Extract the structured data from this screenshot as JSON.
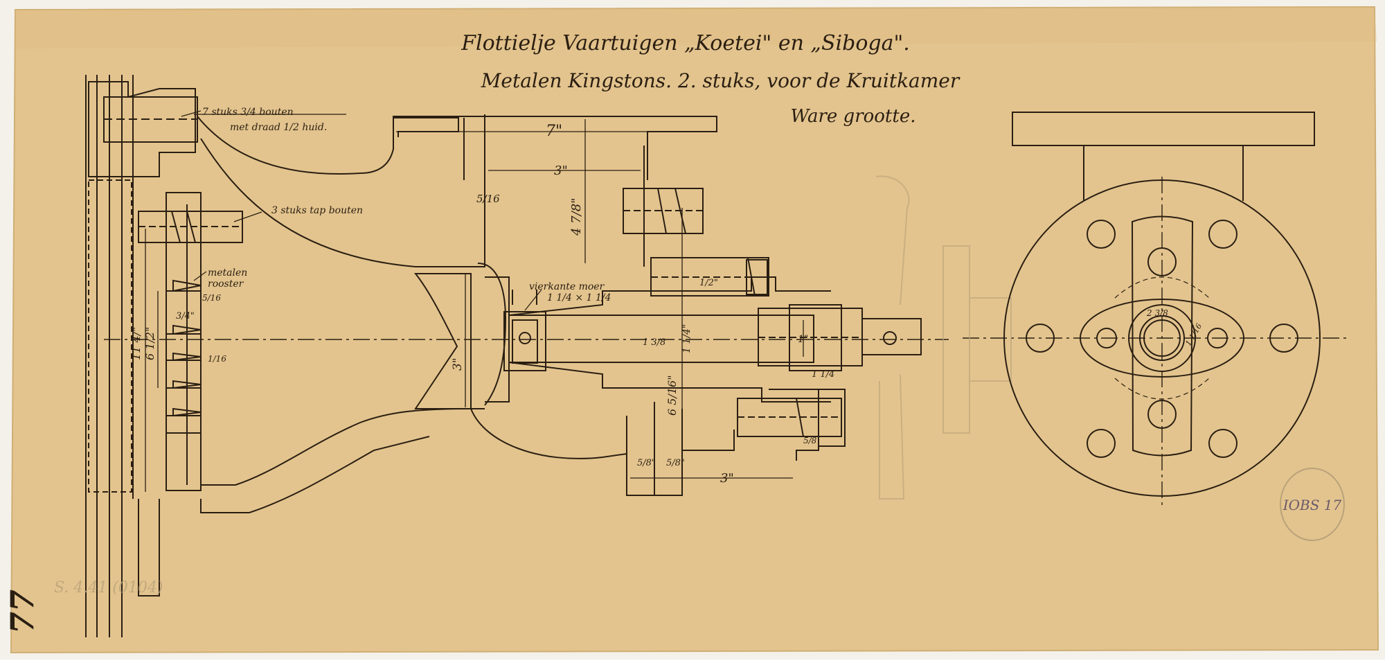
{
  "title": {
    "line1": "Flottielje Vaartuigen „Koetei\" en „Siboga\".",
    "line2": "Metalen Kingstons. 2. stuks, voor de Kruitkamer",
    "line3": "Ware grootte."
  },
  "annotations": {
    "bolts_top_a": "7 stuks 3/4 bouten",
    "bolts_top_b": "met draad 1/2 huid.",
    "tap_bolts": "3 stuks tap bouten",
    "grate_a": "metalen",
    "grate_b": "rooster",
    "square_nut_a": "vierkante moer",
    "square_nut_b": "1 1/4 × 1 1/4"
  },
  "dimensions": {
    "d_7": "7\"",
    "d_3_top": "3\"",
    "d_5_16_left": "5/16",
    "d_4_7_8": "4 7/8\"",
    "d_11_4": "11 4/\"",
    "d_6_5": "6 1/2\"",
    "d_3_4": "3/4\"",
    "d_5_16_small": "5/16",
    "d_1_16": "1/16",
    "d_3_center": "3\"",
    "d_1_3_8": "1 3/8",
    "d_1_1_4_v": "1 1/4\"",
    "d_1": "1\"",
    "d_1_1_4_h": "1 1/4",
    "d_6_5_16": "6 5/16\"",
    "d_5_8_nut": "5/8",
    "d_5_8_left": "5/8\"",
    "d_5_8_right": "5/8\"",
    "d_3_bottom": "3\"",
    "d_half": "1/2\"",
    "d_2_3_8": "2 3/8",
    "d_1_1_16": "1 1/16"
  },
  "marks": {
    "sheet_number": "77",
    "stamp": "IOBS 17",
    "faint_pencil": "S. 4.41 (0104)"
  },
  "colors": {
    "paper": "#e3c48e",
    "paper_edge": "#d8b67c",
    "ink": "#2a1e12",
    "pencil": "#b9a27a"
  }
}
